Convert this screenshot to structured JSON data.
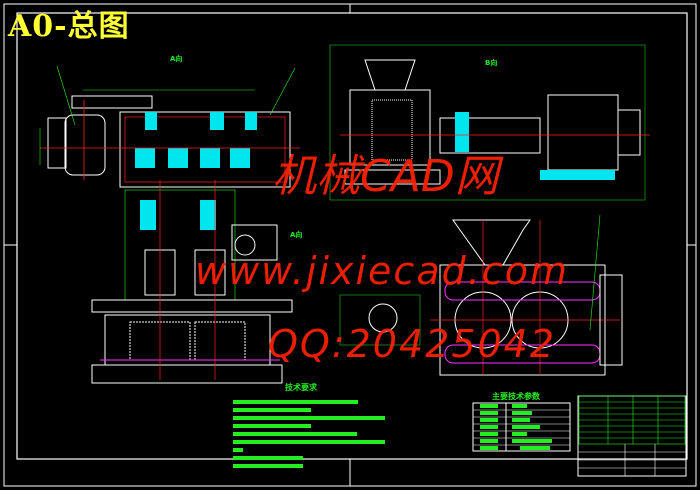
{
  "drawing": {
    "title": "A0-总图",
    "technical_requirements_heading": "技术要求",
    "main_parameters_heading": "主要技术参数",
    "view_labels": [
      "A向",
      "B向",
      "A向"
    ]
  },
  "watermark": {
    "site_name": "机械CAD网",
    "url": "www.jixiecad.com",
    "qq": "QQ:20425042"
  },
  "colors": {
    "background": "#000000",
    "outline": "#ffffff",
    "dimension": "#22ee22",
    "centerline": "#ff2020",
    "section": "#00e5ee",
    "hidden": "#ff33ff",
    "title": "#ffff33",
    "watermark": "#ff2200"
  }
}
